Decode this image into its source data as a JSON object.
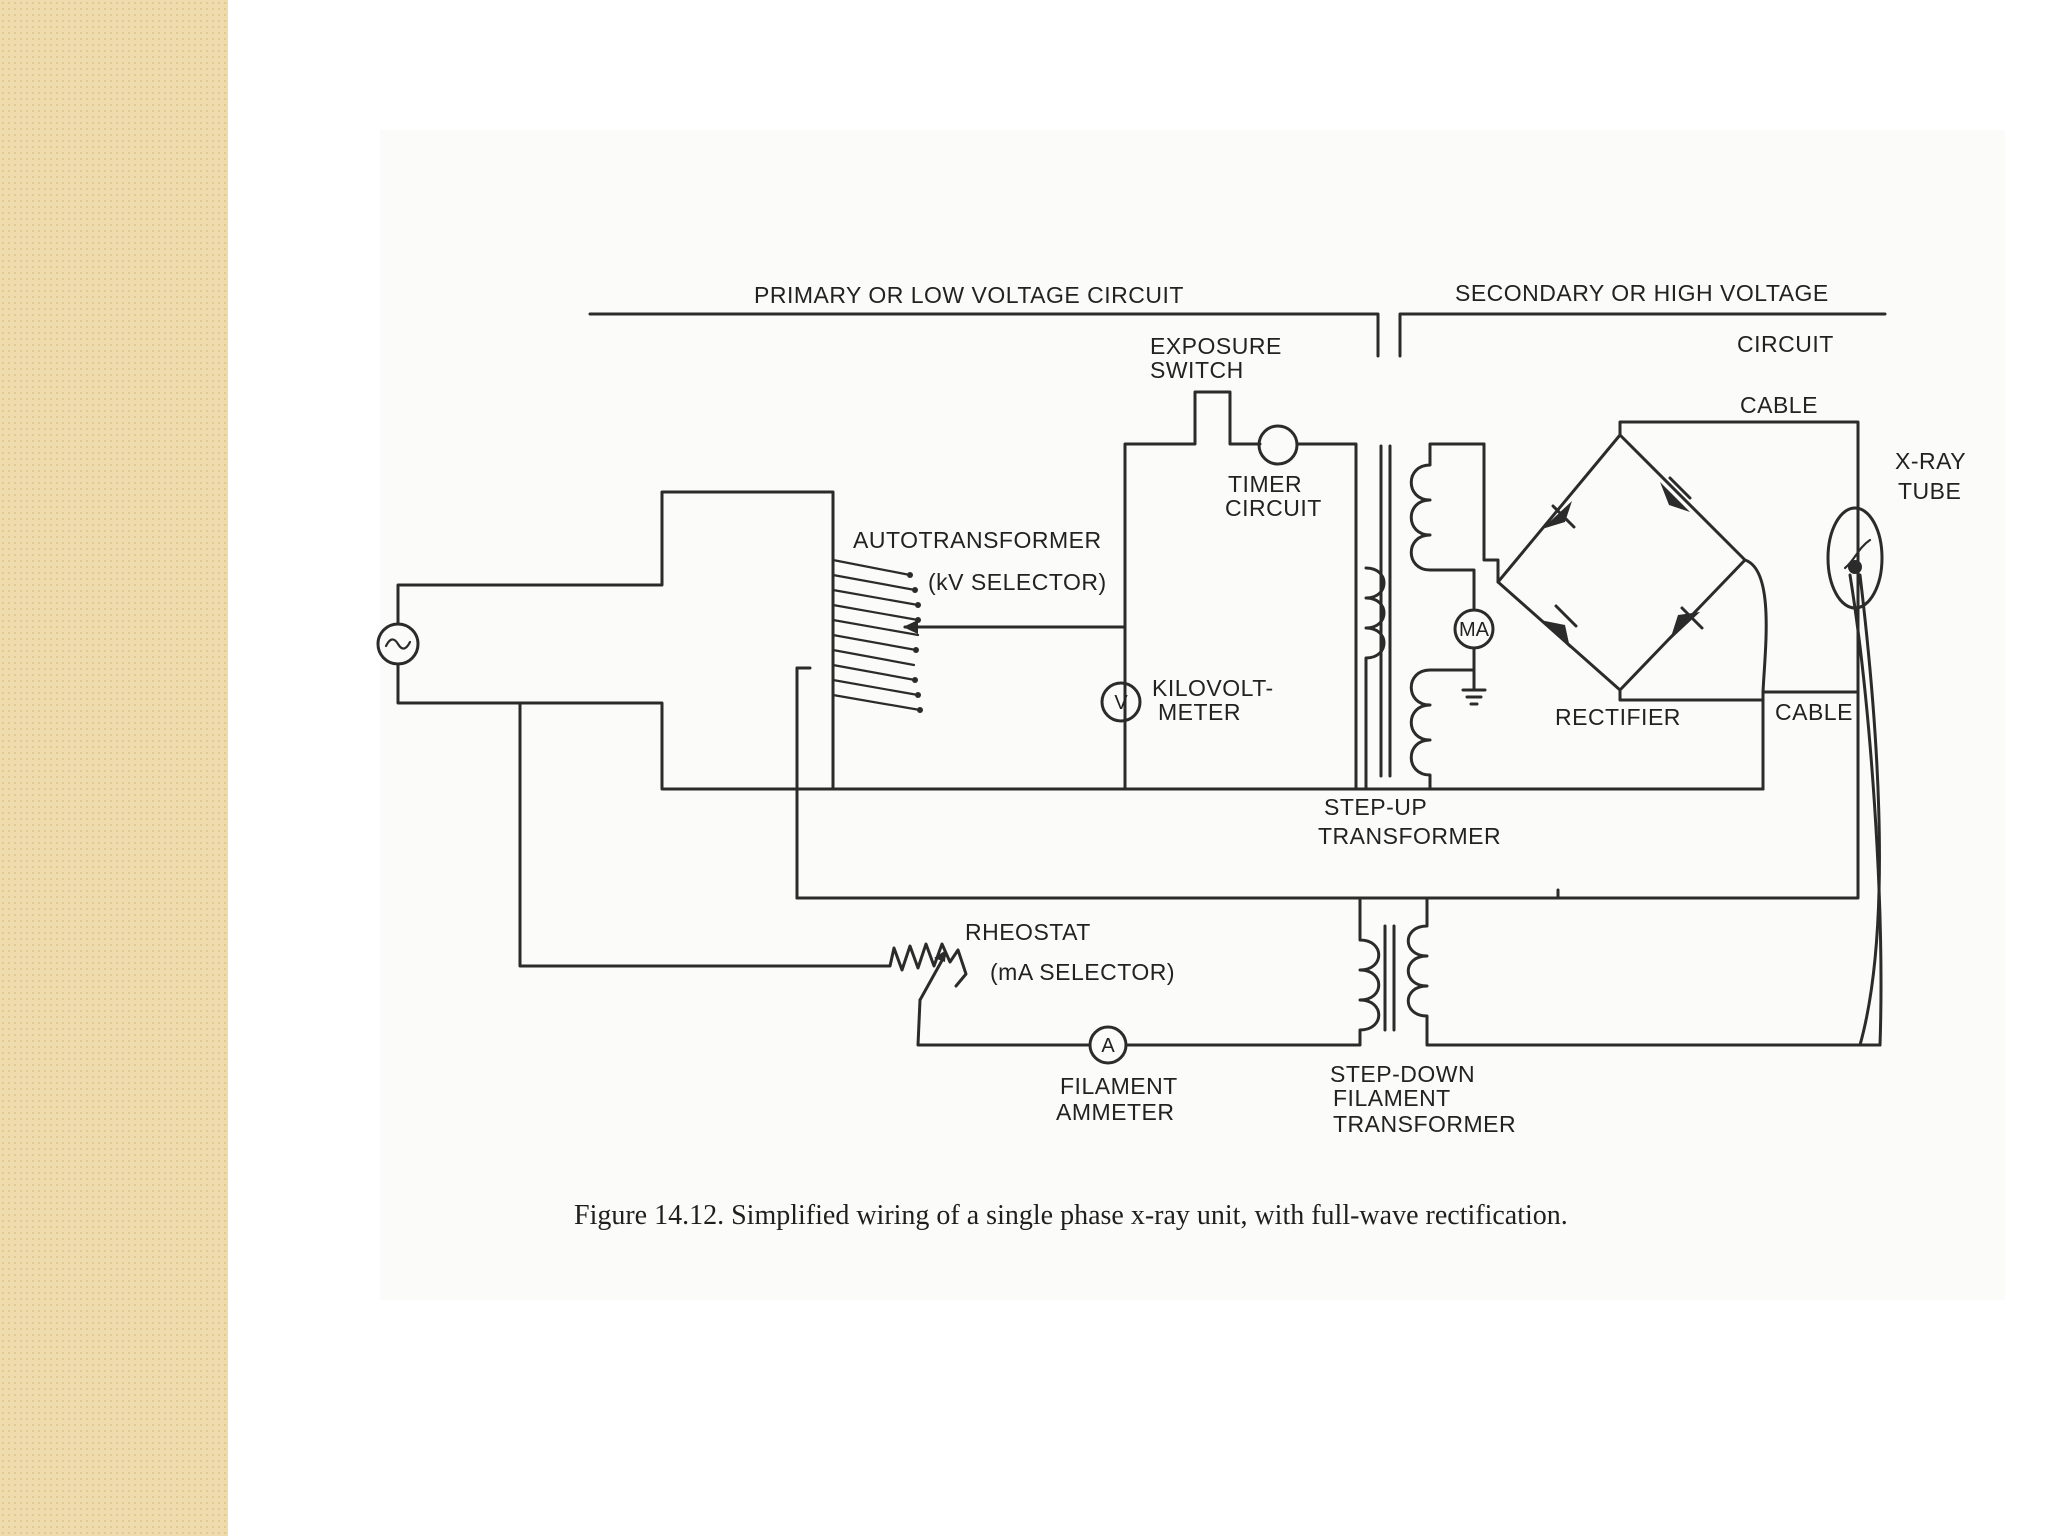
{
  "labels": {
    "primary_circuit": "PRIMARY OR LOW VOLTAGE CIRCUIT",
    "secondary_circuit_line1": "SECONDARY OR HIGH VOLTAGE",
    "secondary_circuit_line2": "CIRCUIT",
    "exposure_switch_line1": "EXPOSURE",
    "exposure_switch_line2": "SWITCH",
    "timer_circuit_line1": "TIMER",
    "timer_circuit_line2": "CIRCUIT",
    "autotransformer": "AUTOTRANSFORMER",
    "kv_selector": "(kV SELECTOR)",
    "kilovoltmeter_line1": "KILOVOLT-",
    "kilovoltmeter_line2": "METER",
    "step_up_line1": "STEP-UP",
    "step_up_line2": "TRANSFORMER",
    "cable_top": "CABLE",
    "cable_bottom": "CABLE",
    "xray_tube_line1": "X-RAY",
    "xray_tube_line2": "TUBE",
    "rectifier": "RECTIFIER",
    "rheostat": "RHEOSTAT",
    "ma_selector": "(mA SELECTOR)",
    "filament_ammeter_line1": "FILAMENT",
    "filament_ammeter_line2": "AMMETER",
    "step_down_line1": "STEP-DOWN",
    "step_down_line2": "FILAMENT",
    "step_down_line3": "TRANSFORMER"
  },
  "meters": {
    "voltmeter": "V",
    "milliammeter": "MA",
    "ammeter": "A",
    "ac_source": "~"
  },
  "caption": "Figure 14.12. Simplified wiring of a single phase x-ray unit, with full-wave rectification.",
  "colors": {
    "side_panel": "#efdcae",
    "ink": "#2b2b2b"
  }
}
